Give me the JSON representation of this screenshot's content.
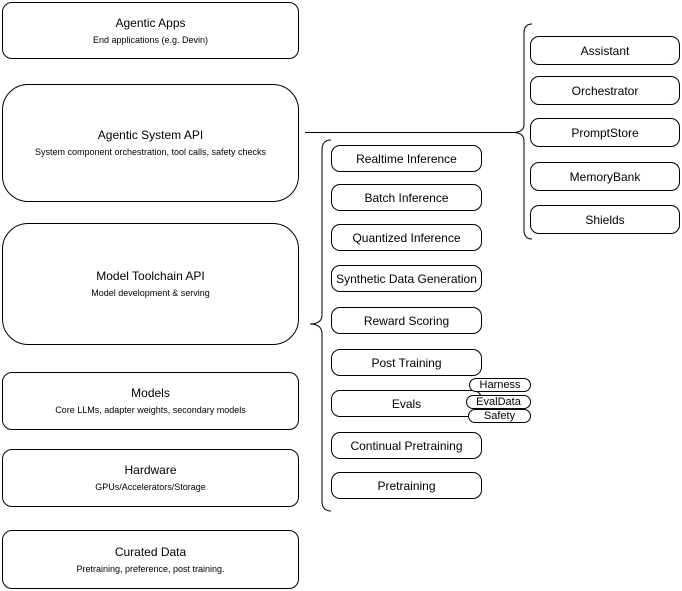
{
  "diagram": {
    "left_stack": [
      {
        "title": "Agentic Apps",
        "subtitle": "End applications (e.g. Devin)"
      },
      {
        "title": "Agentic System API",
        "subtitle": "System component orchestration, tool calls, safety checks"
      },
      {
        "title": "Model Toolchain API",
        "subtitle": "Model development & serving"
      },
      {
        "title": "Models",
        "subtitle": "Core LLMs, adapter weights, secondary models"
      },
      {
        "title": "Hardware",
        "subtitle": "GPUs/Accelerators/Storage"
      },
      {
        "title": "Curated Data",
        "subtitle": "Pretraining, preference, post training."
      }
    ],
    "toolchain_items": [
      "Realtime Inference",
      "Batch Inference",
      "Quantized Inference",
      "Synthetic Data Generation",
      "Reward Scoring",
      "Post Training",
      "Evals",
      "Continual Pretraining",
      "Pretraining"
    ],
    "eval_tags": [
      "Harness",
      "EvalData",
      "Safety"
    ],
    "system_components": [
      "Assistant",
      "Orchestrator",
      "PromptStore",
      "MemoryBank",
      "Shields"
    ],
    "connector_shapes": [
      "toolchain-curly-brace",
      "components-curly-brace",
      "system-api-to-components-line"
    ],
    "colors": {
      "stroke": "#000000",
      "fill": "#ffffff",
      "text": "#000000",
      "background": "#ffffff"
    }
  }
}
